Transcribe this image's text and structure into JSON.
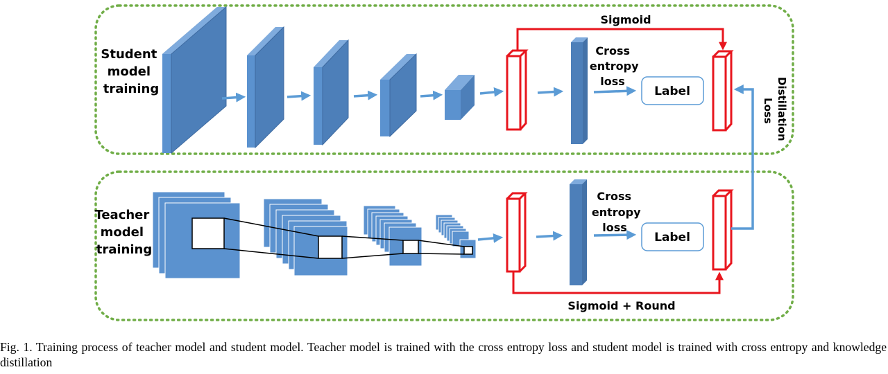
{
  "student": {
    "label": [
      "Student",
      "model",
      "training"
    ],
    "sigmoid_label": "Sigmoid",
    "loss_label": [
      "Cross",
      "entropy",
      "loss"
    ],
    "label_box": "Label"
  },
  "teacher": {
    "label": [
      "Teacher",
      "model",
      "training"
    ],
    "sigmoid_label": "Sigmoid + Round",
    "loss_label": [
      "Cross",
      "entropy",
      "loss"
    ],
    "label_box": "Label"
  },
  "distillation_label": [
    "Distillation",
    "Loss"
  ],
  "caption": "Fig. 1.  Training process of teacher model and student model. Teacher model is trained with the cross entropy loss and student model is trained with cross entropy and knowledge distillation",
  "colors": {
    "block_front": "#5b92cf",
    "block_top": "#7fabdd",
    "block_side": "#4472a8",
    "red_stroke": "#e8161e",
    "arrow": "#5b9bd5",
    "dotted": "#70ad47"
  }
}
